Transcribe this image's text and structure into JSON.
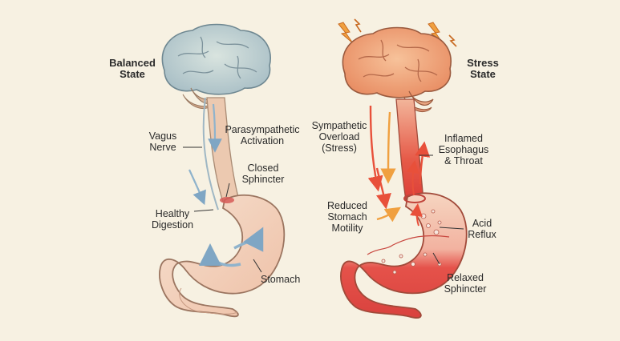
{
  "panels": {
    "balanced": {
      "title": "Balanced\nState",
      "labels": {
        "vagus": "Vagus\nNerve",
        "parasympathetic": "Parasympathetic\nActivation",
        "closed_sphincter": "Closed\nSphincter",
        "healthy_digestion": "Healthy\nDigestion",
        "stomach": "Stomach"
      }
    },
    "stress": {
      "title": "Stress\nState",
      "labels": {
        "sympathetic": "Sympathetic\nOverload\n(Stress)",
        "inflamed": "Inflamed\nEsophagus\n& Throat",
        "reduced_motility": "Reduced\nStomach\nMotility",
        "acid_reflux": "Acid\nReflux",
        "relaxed_sphincter": "Relaxed\nSphincter"
      }
    }
  },
  "colors": {
    "background": "#f7f1e2",
    "calm_brain": "#b9cdd0",
    "stress_brain": "#f0a982",
    "calm_stomach": "#f3d2bd",
    "inflamed_red": "#e2463f",
    "calm_arrow": "#8fb3cc",
    "stress_arrow": "#e8503a"
  }
}
